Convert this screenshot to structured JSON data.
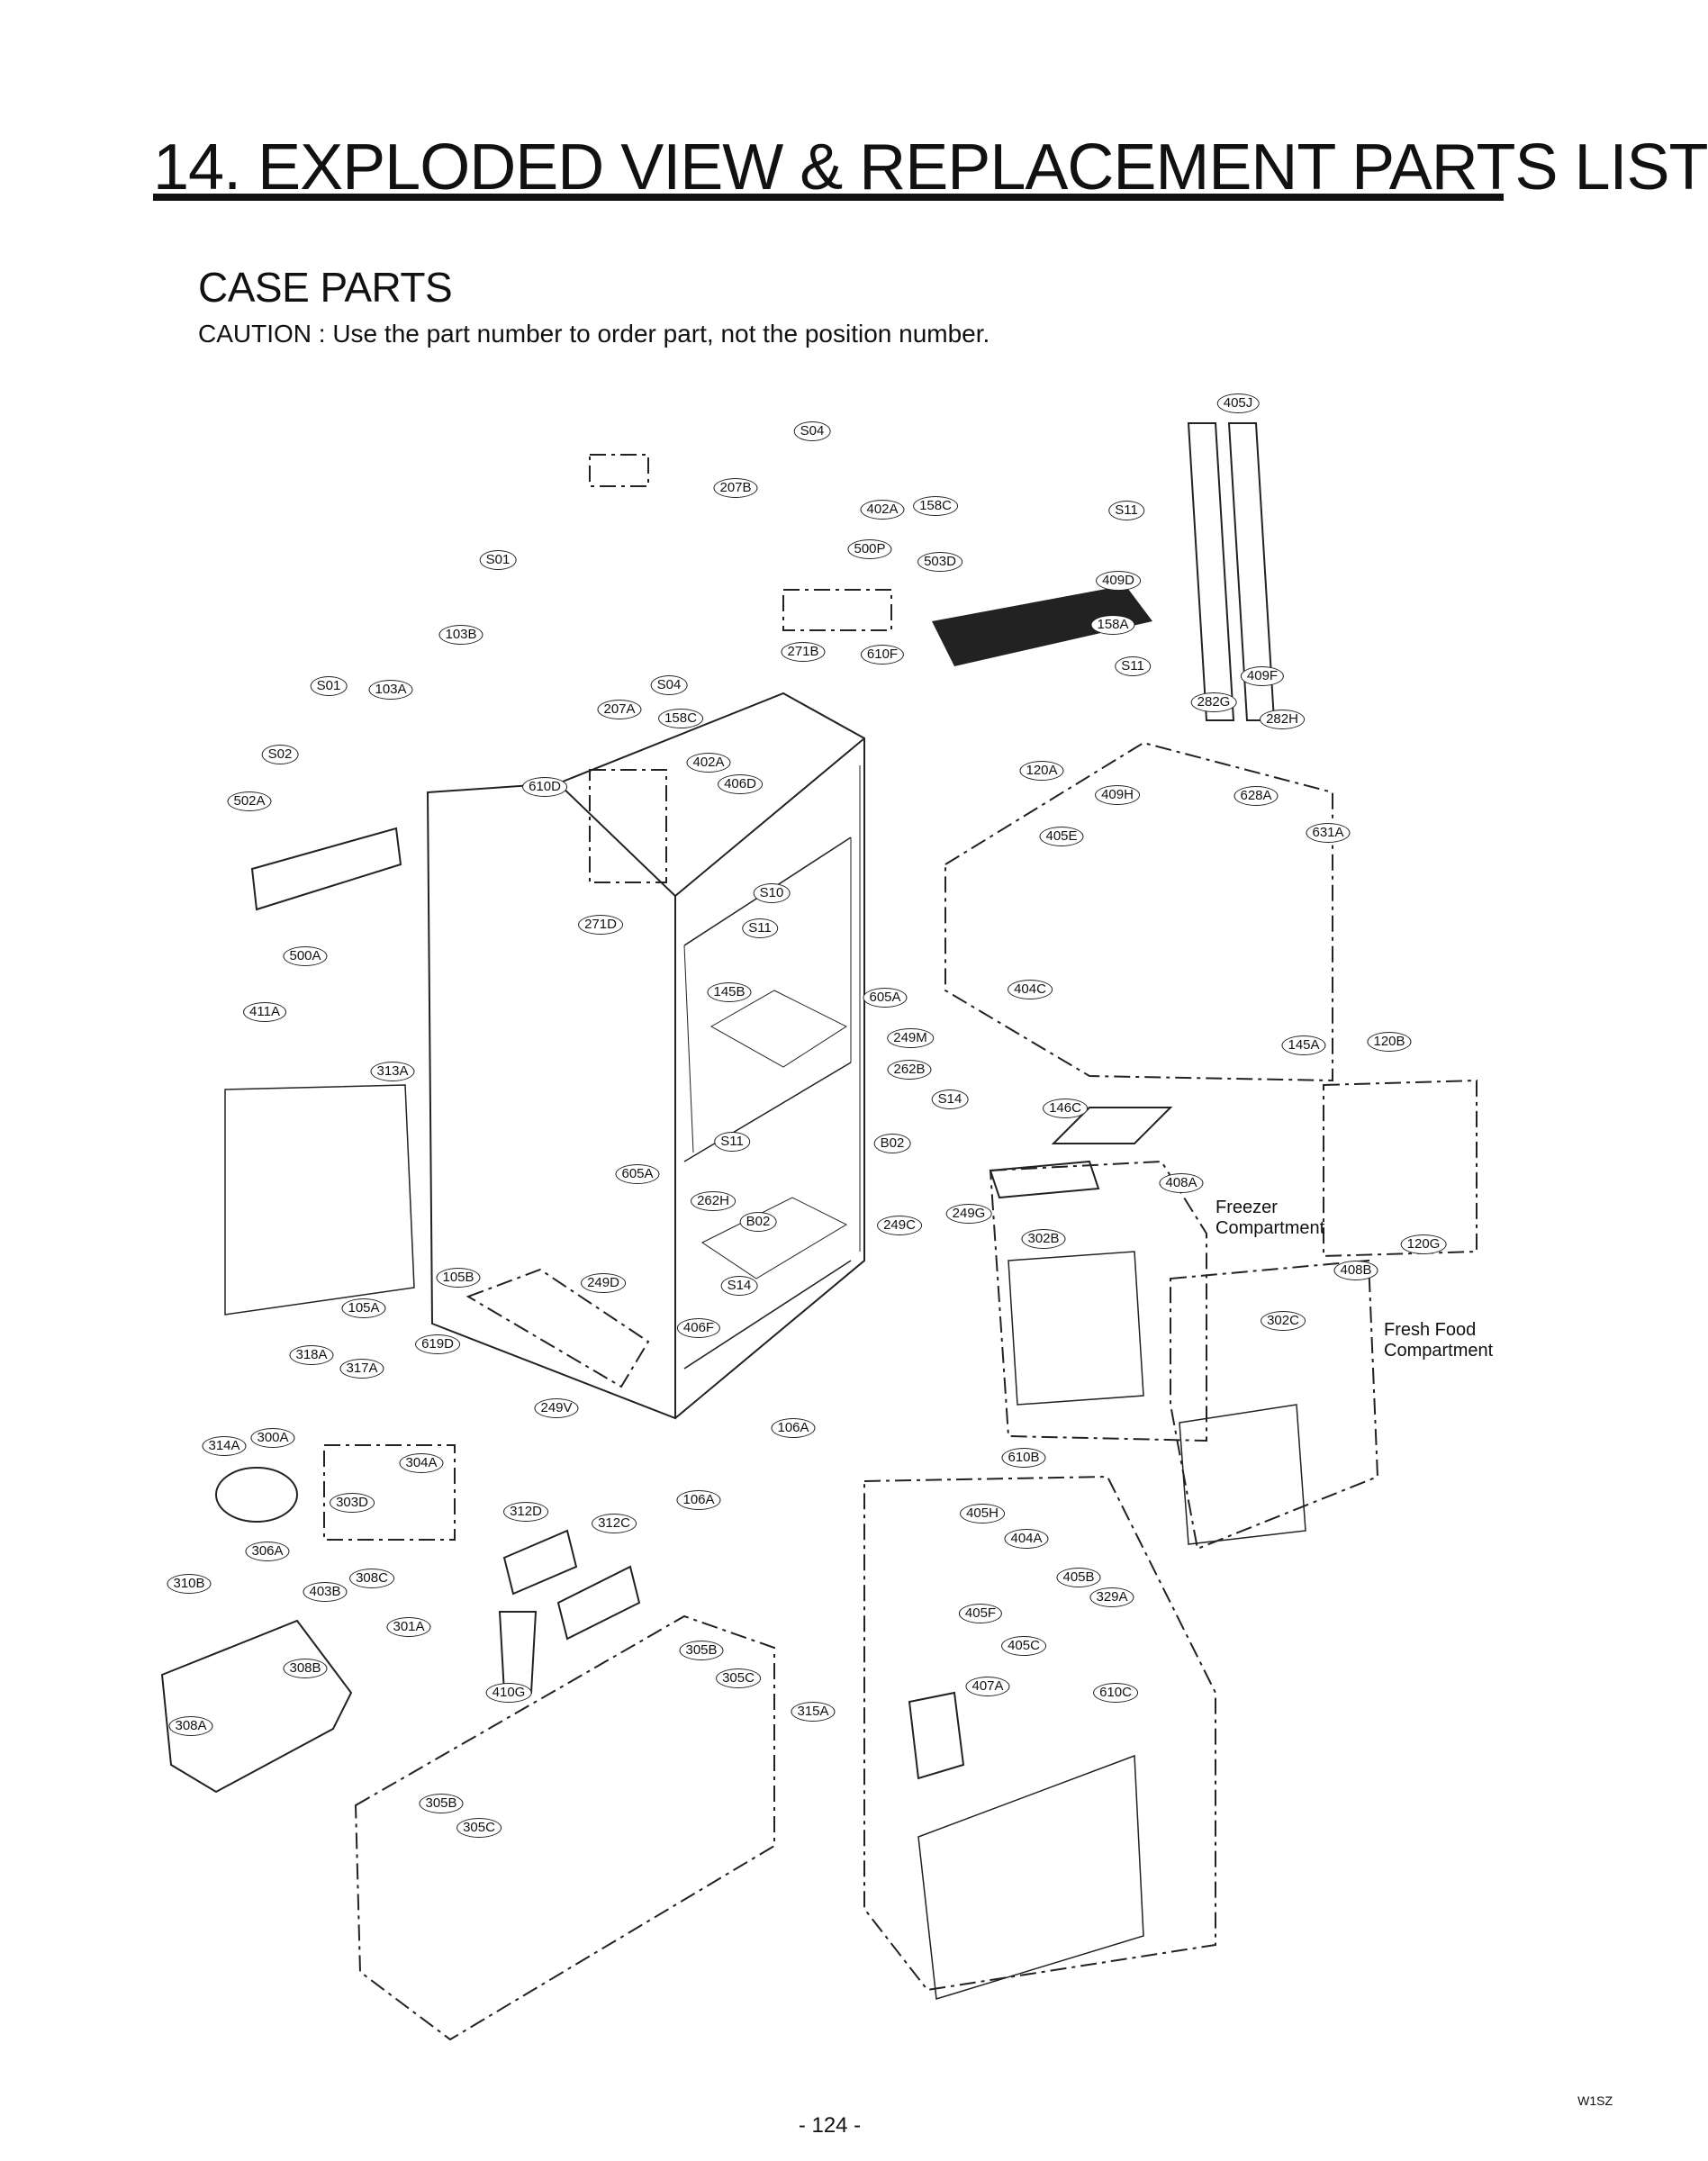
{
  "heading": "14. EXPLODED VIEW & REPLACEMENT PARTS LIST",
  "section_title": "CASE PARTS",
  "caution": "CAUTION : Use the part number to order part, not the position number.",
  "notes": {
    "freezer": "Freezer\nCompartment",
    "fresh_food": "Fresh Food\nCompartment"
  },
  "model_code": "W1SZ",
  "page_number": "- 124 -",
  "labels": [
    "405J",
    "S04",
    "207B",
    "402A",
    "158C",
    "S11",
    "500P",
    "S01",
    "503D",
    "409D",
    "103B",
    "158A",
    "271B",
    "610F",
    "S11",
    "409F",
    "S01",
    "103A",
    "S04",
    "207A",
    "158C",
    "282G",
    "282H",
    "S02",
    "402A",
    "120A",
    "406D",
    "610D",
    "409H",
    "628A",
    "502A",
    "405E",
    "631A",
    "S10",
    "271D",
    "S11",
    "500A",
    "404C",
    "145B",
    "605A",
    "411A",
    "249M",
    "145A",
    "120B",
    "313A",
    "262B",
    "S14",
    "146C",
    "B02",
    "S11",
    "605A",
    "408A",
    "262H",
    "249G",
    "B02",
    "249C",
    "302B",
    "120G",
    "408B",
    "105B",
    "249D",
    "S14",
    "105A",
    "302C",
    "406F",
    "619D",
    "318A",
    "317A",
    "249V",
    "106A",
    "610B",
    "314A",
    "300A",
    "304A",
    "303D",
    "106A",
    "312D",
    "312C",
    "405H",
    "404A",
    "306A",
    "405B",
    "310B",
    "403B",
    "308C",
    "329A",
    "405F",
    "301A",
    "405C",
    "305B",
    "308B",
    "305C",
    "410G",
    "407A",
    "610C",
    "315A",
    "308A",
    "305B",
    "305C"
  ]
}
